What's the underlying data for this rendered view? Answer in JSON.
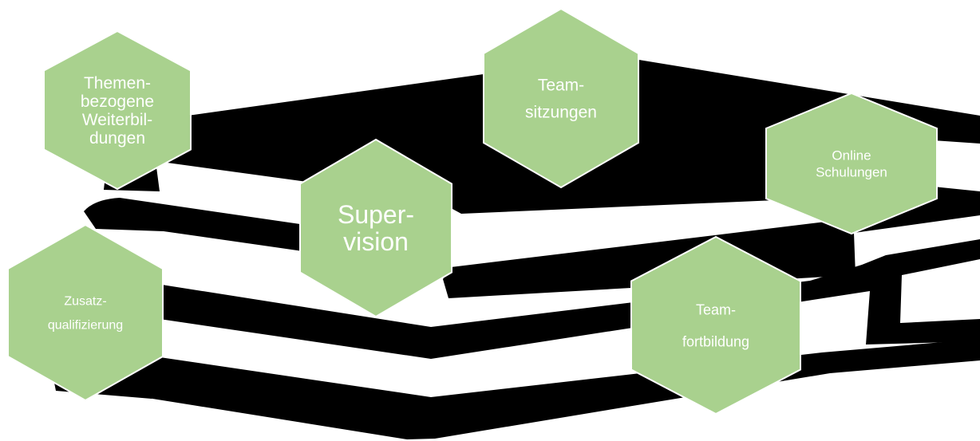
{
  "colors": {
    "background": "#ffffff",
    "books": "#000000",
    "hexagon_fill": "#a9d18e",
    "hexagon_stroke": "#ffffff",
    "text": "#ffffff"
  },
  "hexagons": [
    {
      "id": "themenbezogene-weiterbildungen",
      "lines": [
        "Themen-",
        "bezogene",
        "Weiterbil-",
        "dungen"
      ]
    },
    {
      "id": "teamsitzungen",
      "lines": [
        "Team-",
        "sitzungen"
      ]
    },
    {
      "id": "online-schulungen",
      "lines": [
        "Online",
        "Schulungen"
      ]
    },
    {
      "id": "supervision",
      "lines": [
        "Super-",
        "vision"
      ]
    },
    {
      "id": "zusatzqualifizierung",
      "lines": [
        "Zusatz-",
        "qualifizierung"
      ]
    },
    {
      "id": "teamfortbildung",
      "lines": [
        "Team-",
        "fortbildung"
      ]
    }
  ]
}
